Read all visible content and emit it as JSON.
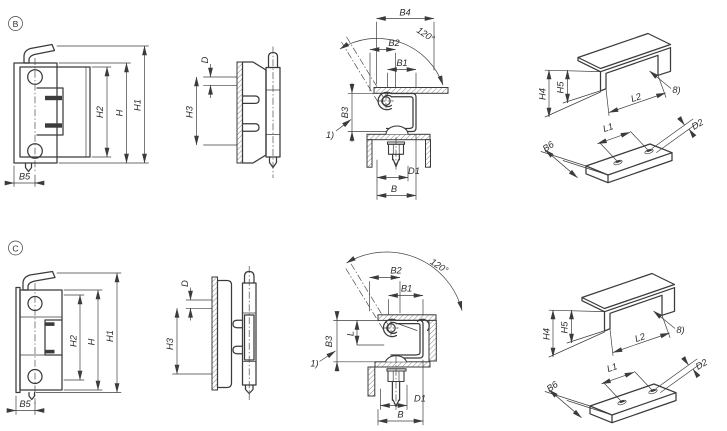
{
  "drawing": {
    "background": "#ffffff",
    "line_color": "#3b3b3b"
  },
  "variants": {
    "b": {
      "badge": "B",
      "front": {
        "h2": "H2",
        "h": "H",
        "h1": "H1",
        "b5": "B5"
      },
      "side": {
        "d": "D",
        "h3": "H3"
      },
      "section": {
        "b4": "B4",
        "angle": "120°",
        "b2": "B2",
        "b1": "B1",
        "b3": "B3",
        "note1": "1)",
        "d1": "D1",
        "b": "B"
      }
    },
    "c": {
      "badge": "C",
      "front": {
        "h2": "H2",
        "h": "H",
        "h1": "H1",
        "b5": "B5"
      },
      "side": {
        "d": "D",
        "h3": "H3"
      },
      "section": {
        "angle": "120°",
        "b2": "B2",
        "b1": "B1",
        "l": "L",
        "b3": "B3",
        "note1": "1)",
        "d1": "D1",
        "b": "B"
      }
    }
  },
  "iso": {
    "h4": "H4",
    "h5": "H5",
    "l2": "L2",
    "note8": "8)",
    "l1": "L1",
    "d2": "D2",
    "b6": "B6"
  }
}
